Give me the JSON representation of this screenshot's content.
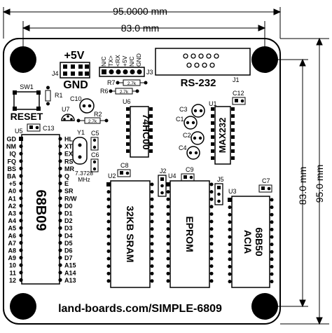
{
  "dimensions": {
    "overall": "95.0000 mm",
    "holes_h": "83.0 mm",
    "holes_v": "83.0 mm",
    "overall_v": "95.0 mm"
  },
  "power": {
    "label": "+5V",
    "gnd": "GND",
    "j4": "J4",
    "j3": "J3",
    "j3_pins": [
      "N/C",
      "TX>",
      "<RX",
      "+5V",
      "N/C",
      "GND"
    ]
  },
  "rs232": {
    "label": "RS-232",
    "j1": "J1",
    "chip": "MAX232",
    "u1": "U1",
    "c12": "C12",
    "c1": "C1",
    "c2": "C2",
    "c3": "C3",
    "c4": "C4"
  },
  "reset": {
    "sw": "SW1",
    "label": "RESET",
    "r1": "R1",
    "c10": "C10",
    "u7": "U7",
    "r2": "R2",
    "r2_val": "2.7k"
  },
  "resistors": {
    "r7": "R7",
    "r6": "R6",
    "val": "2.7k"
  },
  "u6": {
    "ref": "U6",
    "chip": "74HC00"
  },
  "cpu": {
    "ref": "U5",
    "c13": "C13",
    "chip": "68B09",
    "left_pins": [
      "GD",
      "NM",
      "IQ",
      "FQ",
      "BS",
      "BA",
      "+5",
      "A0",
      "A1",
      "A2",
      "A3",
      "A4",
      "A5",
      "A6",
      "A7",
      "A8",
      "A9",
      "10",
      "11",
      "12"
    ],
    "right_pins": [
      "HL",
      "XT",
      "EX",
      "RS",
      "MR",
      "Q",
      "E",
      "SR",
      "R/W",
      "D0",
      "D1",
      "D2",
      "D3",
      "D4",
      "D5",
      "D6",
      "D7",
      "A15",
      "A14",
      "A13"
    ]
  },
  "crystal": {
    "ref": "Y1",
    "freq1": "7.3728",
    "freq2": "MHz",
    "c5": "C5",
    "c6": "C6"
  },
  "sram": {
    "ref": "U2",
    "cap": "C8",
    "chip": "32KB SRAM"
  },
  "eprom": {
    "ref": "U4",
    "cap": "C9",
    "jumper": "J2",
    "chip": "EPROM"
  },
  "acia": {
    "ref": "U3",
    "cap": "C7",
    "jumper": "J5",
    "chip1": "68B50",
    "chip2": "ACIA"
  },
  "footer": {
    "url": "land-boards.com/SIMPLE-6809"
  }
}
